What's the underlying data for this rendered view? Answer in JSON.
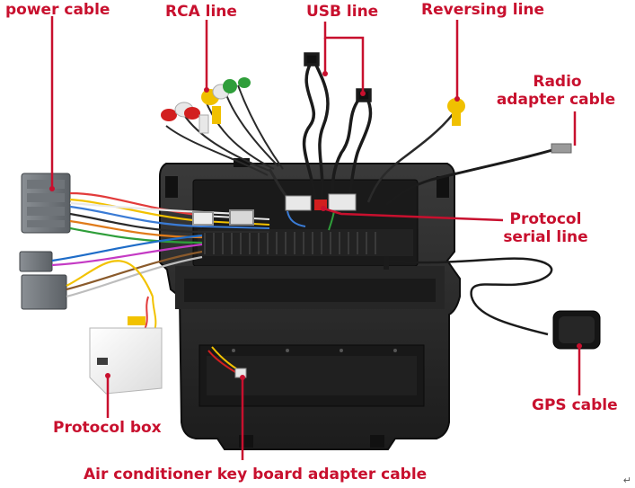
{
  "labels": {
    "power_cable": "power cable",
    "rca_line": "RCA line",
    "usb_line": "USB line",
    "reversing_line": "Reversing line",
    "radio_adapter_cable_1": "Radio",
    "radio_adapter_cable_2": "adapter cable",
    "protocol_serial_line_1": "Protocol",
    "protocol_serial_line_2": "serial line",
    "gps_cable": "GPS cable",
    "protocol_box": "Protocol box",
    "air_conditioner_cable": "Air conditioner key board adapter cable"
  },
  "footmark": "↵",
  "colors": {
    "label": "#c8102e",
    "frame": "#2b2b2b",
    "frame_dark": "#151515",
    "wire_yellow": "#f0c000",
    "wire_red": "#d21f1f",
    "wire_white": "#e8e8e8",
    "wire_green": "#2f9e3a"
  }
}
